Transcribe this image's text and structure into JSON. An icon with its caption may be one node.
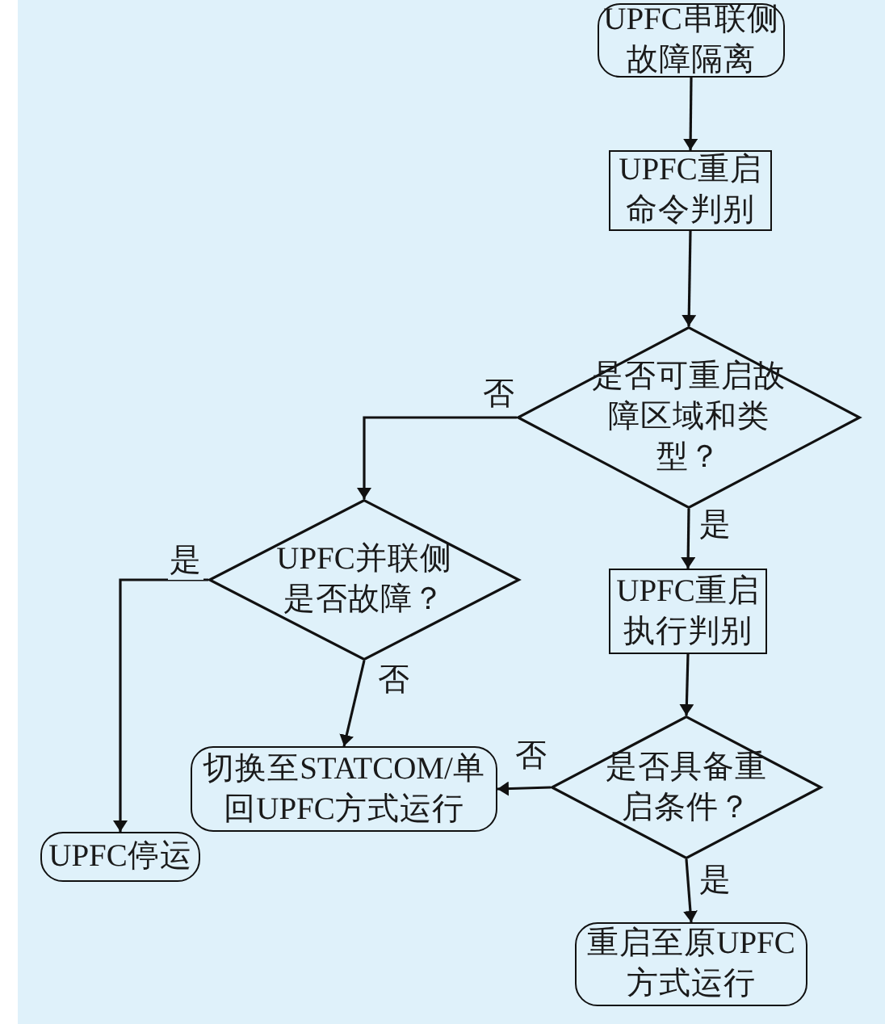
{
  "diagram": {
    "nodes": [
      {
        "text": [
          "UPFC串联侧故障隔离"
        ]
      },
      {
        "text": [
          "UPFC重启命令判别"
        ]
      },
      {
        "text": [
          "是否可重启故障区域和类型？"
        ]
      },
      {
        "text": [
          "UPFC并联侧是否故障？"
        ]
      },
      {
        "text": [
          "UPFC重启执行判别"
        ]
      },
      {
        "text": [
          "是否具备重启条件？"
        ]
      },
      {
        "text": [
          "切换至STATCOM/单回UPFC方式运行"
        ]
      },
      {
        "text": [
          "UPFC停运"
        ]
      },
      {
        "text": [
          "重启至原UPFC方式运行"
        ]
      }
    ],
    "edges": [
      {
        "from": 0,
        "to": 1,
        "arrow": "to"
      },
      {
        "from": 1,
        "to": 2,
        "arrow": "to"
      },
      {
        "from": 2,
        "to": 3,
        "arrow": "to",
        "label": "否"
      },
      {
        "from": 2,
        "to": 4,
        "arrow": "to",
        "label": "是"
      },
      {
        "from": 3,
        "to": 7,
        "arrow": "to",
        "label": "是"
      },
      {
        "from": 3,
        "to": 6,
        "arrow": "to",
        "label": "否"
      },
      {
        "from": 4,
        "to": 5,
        "arrow": "to"
      },
      {
        "from": 5,
        "to": 6,
        "arrow": "to",
        "label": "否"
      },
      {
        "from": 5,
        "to": 8,
        "arrow": "to",
        "label": "是"
      }
    ]
  }
}
